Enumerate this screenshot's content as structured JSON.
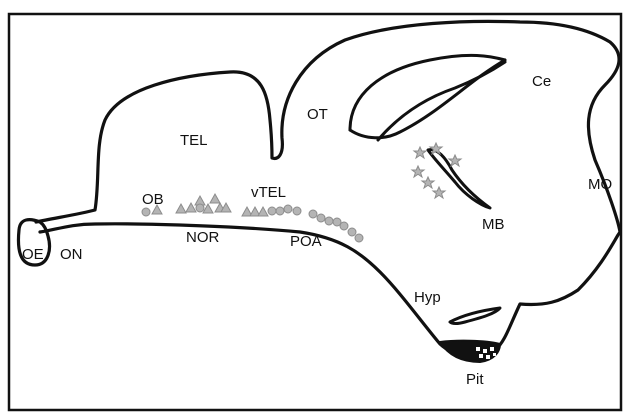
{
  "labels": {
    "TEL": "TEL",
    "OT": "OT",
    "Ce": "Ce",
    "MO": "MO",
    "OB": "OB",
    "vTEL": "vTEL",
    "NOR": "NOR",
    "POA": "POA",
    "MB": "MB",
    "OE": "OE",
    "ON": "ON",
    "Hyp": "Hyp",
    "Pit": "Pit"
  },
  "colors": {
    "outline": "#111111",
    "marker_fill": "#b4b4b4",
    "marker_stroke": "#8c8c8c",
    "frame": "#111111",
    "background": "#ffffff"
  },
  "legend_markers": {
    "triangle": "triangle-marker",
    "circle": "circle-marker",
    "star": "star-marker"
  }
}
